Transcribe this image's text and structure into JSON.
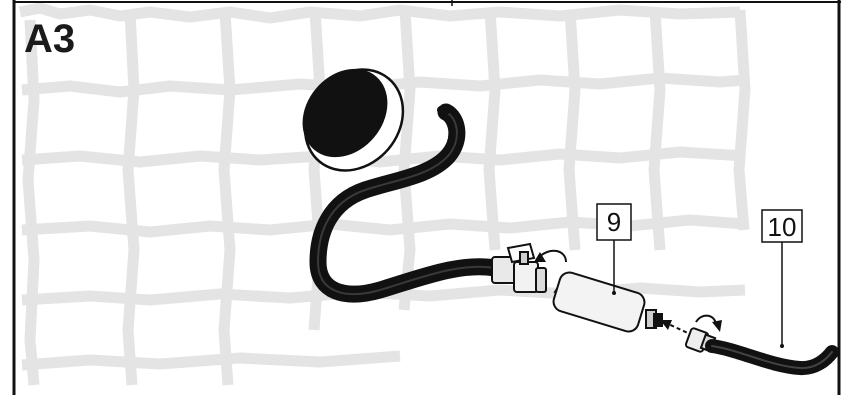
{
  "step": {
    "label": "A3"
  },
  "callouts": [
    {
      "id": "filter",
      "number": "9"
    },
    {
      "id": "inlet-hose",
      "number": "10"
    }
  ],
  "colors": {
    "tile_grid": "#e6e6e6",
    "hose": "#1b1b1b",
    "frame": "#111111",
    "part_fill": "#ececec"
  },
  "icons": {
    "rotate_valve": "rotate-arrow-icon",
    "rotate_nut": "rotate-arrow-icon",
    "connect_direction": "dashed-arrow-icon"
  }
}
